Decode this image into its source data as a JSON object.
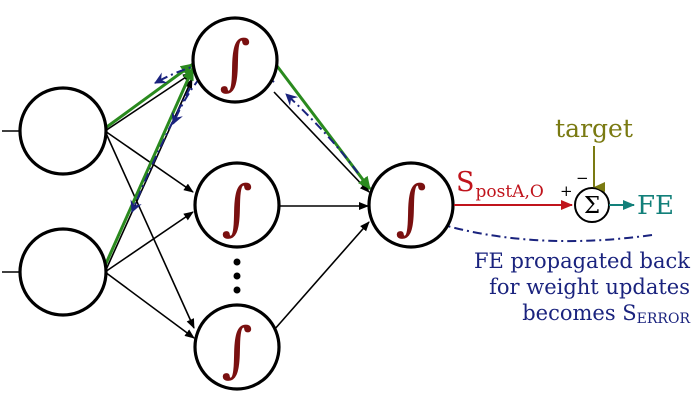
{
  "symbols": {
    "integral": "∫",
    "sum": "Σ",
    "plus": "+",
    "minus": "−"
  },
  "labels": {
    "target": "target",
    "fe": "FE",
    "s_postA_main": "S",
    "s_postA_sub": "postA,O",
    "note_line1": "FE propagated back",
    "note_line2": "for weight updates",
    "note_line3_main": "becomes S",
    "note_line3_sub": "ERROR"
  },
  "colors": {
    "node_stroke": "#000000",
    "forward_path": "#2a8a1e",
    "backprop_path": "#1a237e",
    "integral": "#7a1010",
    "s_postA": "#c0141c",
    "output_arrow": "#c0141c",
    "target": "#7a7a12",
    "fe": "#12807a",
    "note": "#1a237e"
  }
}
